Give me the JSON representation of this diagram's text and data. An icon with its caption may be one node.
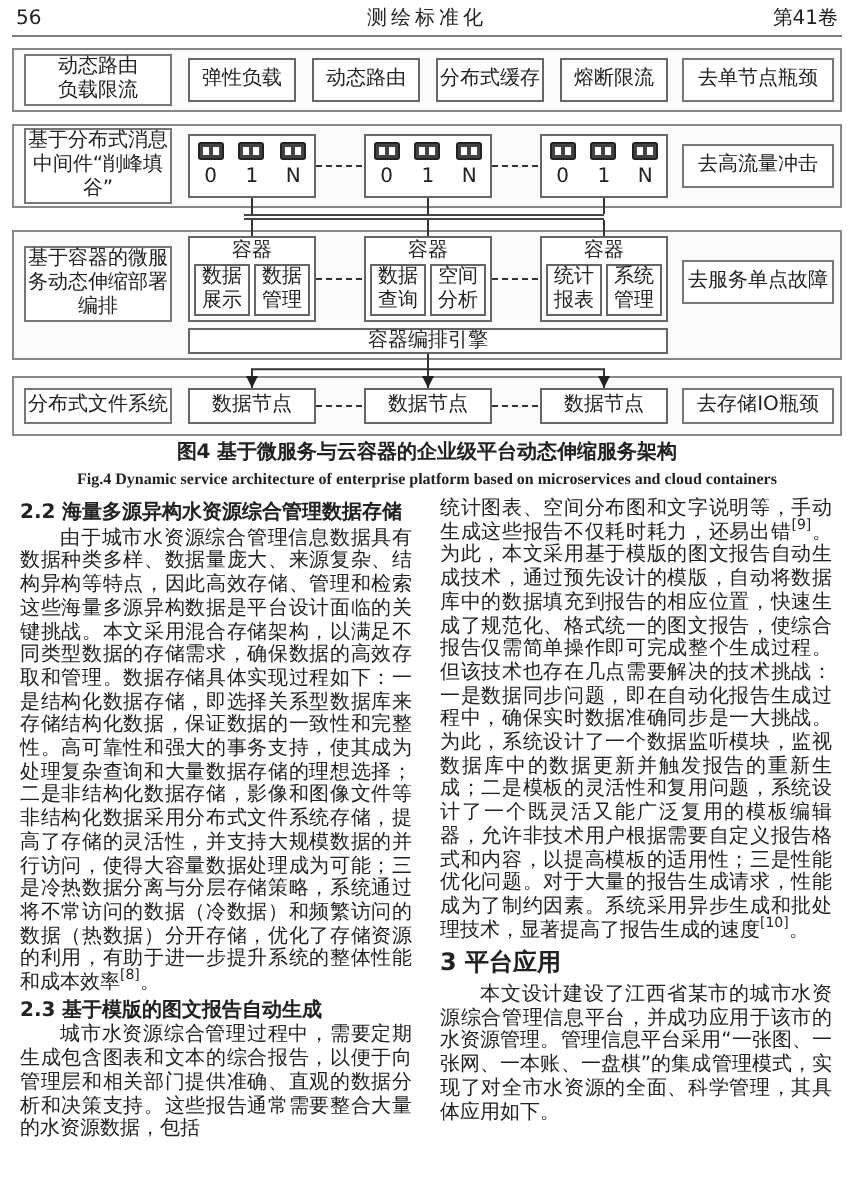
{
  "diagram": {
    "caption": "图4 基于微服务与云容器的企业级平台动态伸缩服务架构",
    "nodes": [
      {
        "text": [],
        "shape": "box"
      },
      {
        "text": [
          "动态路由负载限流"
        ],
        "in": 0
      },
      {
        "text": [
          "弹性负载"
        ],
        "in": 0
      },
      {
        "text": [
          "动态路由"
        ],
        "in": 0
      },
      {
        "text": [
          "分布式缓存"
        ],
        "in": 0
      },
      {
        "text": [
          "熔断限流"
        ],
        "in": 0
      },
      {
        "text": [
          "去单节点瓶颈"
        ],
        "in": 0
      },
      {
        "text": [],
        "shape": "box"
      },
      {
        "text": [
          "基于分布式消息中间件“削峰填谷”"
        ],
        "in": 7
      },
      {
        "text": [
          "0",
          "1",
          "N"
        ],
        "in": 7
      },
      {
        "text": [
          "0",
          "1",
          "N"
        ],
        "in": 7
      },
      {
        "text": [
          "0",
          "1",
          "N"
        ],
        "in": 7
      },
      {
        "text": [
          "去高流量冲击"
        ],
        "in": 7
      },
      {
        "text": [],
        "shape": "box"
      },
      {
        "text": [
          "基于容器的微服务动态伸缩部署编排"
        ],
        "in": 13
      },
      {
        "text": [
          "容器"
        ],
        "in": 13
      },
      {
        "text": [
          "数据展示"
        ],
        "in": 15
      },
      {
        "text": [
          "数据管理"
        ],
        "in": 15
      },
      {
        "text": [
          "容器"
        ],
        "in": 13
      },
      {
        "text": [
          "数据查询"
        ],
        "in": 18
      },
      {
        "text": [
          "空间分析"
        ],
        "in": 18
      },
      {
        "text": [
          "容器"
        ],
        "in": 13
      },
      {
        "text": [
          "统计报表"
        ],
        "in": 21
      },
      {
        "text": [
          "系统管理"
        ],
        "in": 21
      },
      {
        "text": [
          "容器编排引擎"
        ],
        "in": 13
      },
      {
        "text": [
          "去服务单点故障"
        ],
        "in": 13
      },
      {
        "text": [],
        "shape": "box"
      },
      {
        "text": [
          "分布式文件系统"
        ],
        "in": 26
      },
      {
        "text": [
          "数据节点"
        ],
        "in": 26
      },
      {
        "text": [
          "数据节点"
        ],
        "in": 26
      },
      {
        "text": [
          "数据节点"
        ],
        "in": 26
      },
      {
        "text": [
          "去存储IO瓶颈"
        ],
        "in": 26
      },
      {
        "text": [],
        "shape": "bar"
      }
    ],
    "edges": [
      {
        "from": 9,
        "to": 10,
        "arrow": "none",
        "style": "dashed"
      },
      {
        "from": 10,
        "to": 11,
        "arrow": "none",
        "style": "dashed"
      },
      {
        "from": 9,
        "to": 32,
        "arrow": "none"
      },
      {
        "from": 10,
        "to": 32,
        "arrow": "none"
      },
      {
        "from": 11,
        "to": 32,
        "arrow": "none"
      },
      {
        "from": 32,
        "to": 15,
        "arrow": "none"
      },
      {
        "from": 32,
        "to": 18,
        "arrow": "none"
      },
      {
        "from": 32,
        "to": 21,
        "arrow": "none"
      },
      {
        "from": 15,
        "to": 18,
        "arrow": "none",
        "style": "dashed"
      },
      {
        "from": 18,
        "to": 21,
        "arrow": "none",
        "style": "dashed"
      },
      {
        "from": 28,
        "to": 29,
        "arrow": "none",
        "style": "dashed"
      },
      {
        "from": 29,
        "to": 30,
        "arrow": "none",
        "style": "dashed"
      },
      {
        "from": 24,
        "to": 28,
        "arrow": "to"
      },
      {
        "from": 24,
        "to": 29,
        "arrow": "to"
      },
      {
        "from": 24,
        "to": 30,
        "arrow": "to"
      }
    ],
    "labels": [
      "56",
      "测绘标准化",
      "第41卷",
      "Fig.4 Dynamic service architecture of enterprise platform based on microservices and cloud containers",
      "2.2 海量多源异构水资源综合管理数据存储",
      "由于城市水资源综合管理信息数据具有数据种类多样、数据量庞大、来源复杂、结构异构等特点，因此高效存储、管理和检索这些海量多源异构数据是平台设计面临的关键挑战。本文采用混合存储架构，以满足不同类型数据的存储需求，确保数据的高效存取和管理。数据存储具体实现过程如下：一是结构化数据存储，即选择关系型数据库来存储结构化数据，保证数据的一致性和完整性。高可靠性和强大的事务支持，使其成为处理复杂查询和大量数据存储的理想选择；二是非结构化数据存储，影像和图像文件等非结构化数据采用分布式文件系统存储，提高了存储的灵活性，并支持大规模数据的并行访问，使得大容量数据处理成为可能；三是冷热数据分离与分层存储策略，系统通过将不常访问的数据（冷数据）和频繁访问的数据（热数据）分开存储，优化了存储资源的利用，有助于进一步提升系统的整体性能和成本效率$^{[8]}$。",
      "2.3 基于模版的图文报告自动生成",
      "城市水资源综合管理过程中，需要定期生成包含图表和文本的综合报告，以便于向管理层和相关部门提供准确、直观的数据分析和决策支持。这些报告通常需要整合大量的水资源数据，包括",
      "统计图表、空间分布图和文字说明等，手动生成这些报告不仅耗时耗力，还易出错$^{[9]}$。为此，本文采用基于模版的图文报告自动生成技术，通过预先设计的模版，自动将数据库中的数据填充到报告的相应位置，快速生成了规范化、格式统一的图文报告，使综合报告仅需简单操作即可完成整个生成过程。但该技术也存在几点需要解决的技术挑战：一是数据同步问题，即在自动化报告生成过程中，确保实时数据准确同步是一大挑战。为此，系统设计了一个数据监听模块，监视数据库中的数据更新并触发报告的重新生成；二是模板的灵活性和复用问题，系统设计了一个既灵活又能广泛复用的模板编辑器，允许非技术用户根据需要自定义报告格式和内容，以提高模板的适用性；三是性能优化问题。对于大量的报告生成请求，性能成为了制约因素。系统采用异步生成和批处理技术，显著提高了报告生成的速度$^{[10]}$。",
      "3 平台应用",
      "本文设计建设了江西省某市的城市水资源综合管理信息平台，并成功应用于该市的水资源管理。管理信息平台采用“一张图、一张网、一本账、一盘棋”的集成管理模式，实现了对全市水资源的全面、科学管理，其具体应用如下。"
    ]
  }
}
